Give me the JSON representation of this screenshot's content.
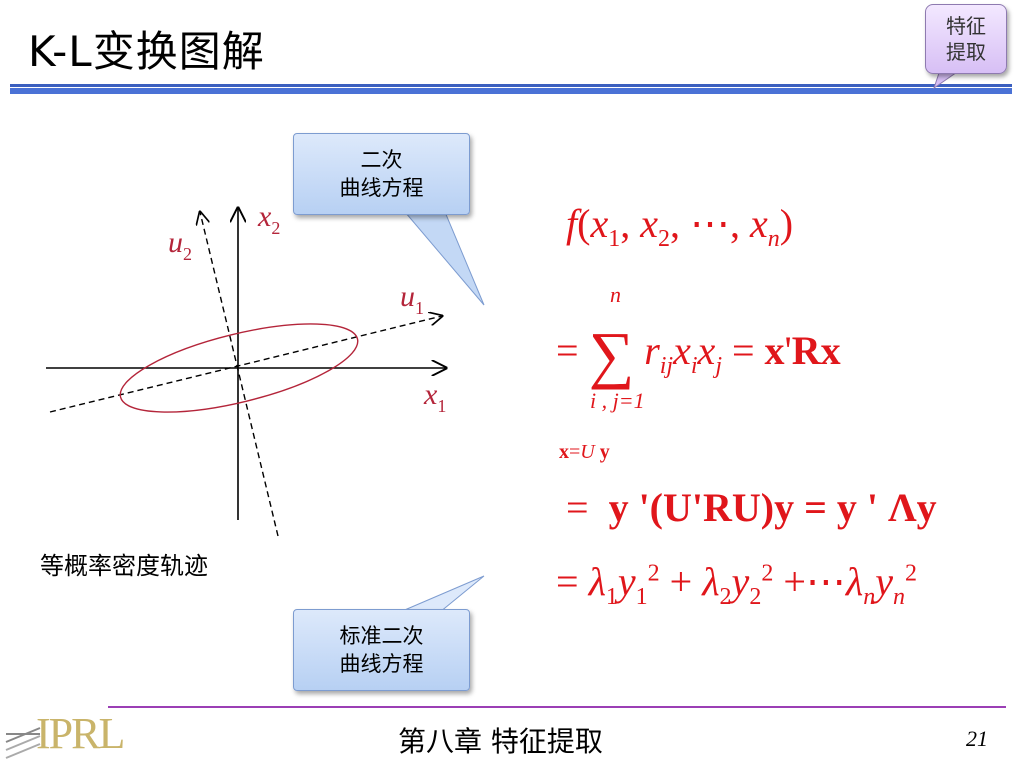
{
  "slide": {
    "title": "K-L变换图解",
    "tag": "特征\n提取",
    "callout_top": "二次\n曲线方程",
    "callout_bottom": "标准二次\n曲线方程",
    "caption": "等概率密度轨迹",
    "footer": "第八章  特征提取",
    "page_number": "21",
    "logo": "IPRL"
  },
  "diagram": {
    "labels": {
      "x1": "x",
      "x1_sub": "1",
      "x2": "x",
      "x2_sub": "2",
      "u1": "u",
      "u1_sub": "1",
      "u2": "u",
      "u2_sub": "2"
    }
  },
  "equations": {
    "eq1": {
      "f": "f",
      "args": [
        "x",
        "1",
        "x",
        "2",
        "⋯",
        "x",
        "n"
      ]
    },
    "sum_upper": "n",
    "sum_lower": "i , j=1",
    "eq2_terms": [
      "r",
      "ij",
      "x",
      "i",
      "x",
      "j",
      "x",
      "'",
      "R",
      "x"
    ],
    "subst": {
      "lhs": "x",
      "eq": "=",
      "U": "U",
      "y": "y"
    },
    "eq3": "y '(U'RU)y = y ' Λy",
    "eq4": {
      "l": "λ",
      "y": "y",
      "sub1": "1",
      "sub2": "2",
      "subn": "n",
      "pow": "2",
      "dots": "⋯"
    }
  },
  "colors": {
    "title_rule": "#4a72d6",
    "math_red": "#e0161b",
    "axis_label": "#b4253a",
    "ellipse": "#b4253a",
    "footer_rule": "#9b3fb5"
  }
}
